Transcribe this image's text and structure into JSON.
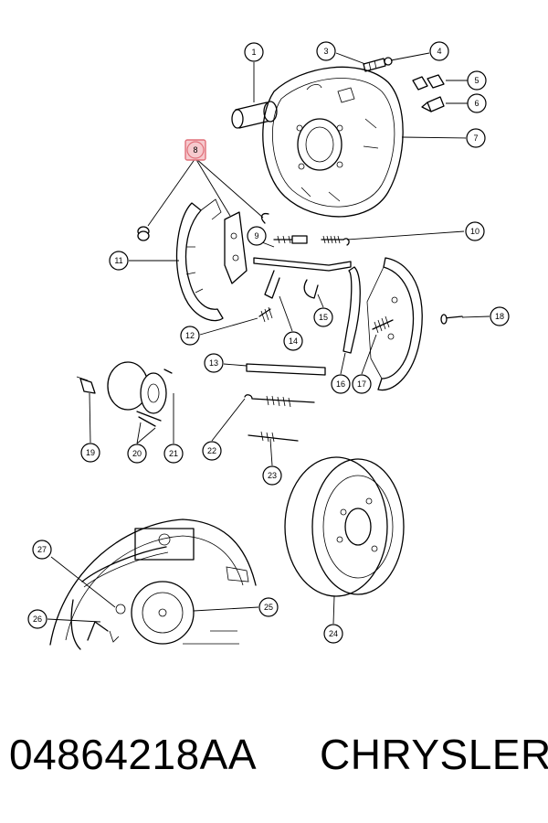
{
  "callouts": [
    {
      "id": "c1",
      "label": "1"
    },
    {
      "id": "c2",
      "label": "3"
    },
    {
      "id": "c3",
      "label": "4"
    },
    {
      "id": "c4",
      "label": "5"
    },
    {
      "id": "c5",
      "label": "6"
    },
    {
      "id": "c6",
      "label": "7"
    },
    {
      "id": "c7",
      "label": "8"
    },
    {
      "id": "c8",
      "label": "9"
    },
    {
      "id": "c9",
      "label": "10"
    },
    {
      "id": "c10",
      "label": "11"
    },
    {
      "id": "c11",
      "label": "12"
    },
    {
      "id": "c12",
      "label": "13"
    },
    {
      "id": "c13",
      "label": "14"
    },
    {
      "id": "c14",
      "label": "15"
    },
    {
      "id": "c15",
      "label": "16"
    },
    {
      "id": "c16",
      "label": "17"
    },
    {
      "id": "c17",
      "label": "18"
    },
    {
      "id": "c18",
      "label": "19"
    },
    {
      "id": "c19",
      "label": "20"
    },
    {
      "id": "c20",
      "label": "21"
    },
    {
      "id": "c21",
      "label": "22"
    },
    {
      "id": "c22",
      "label": "23"
    },
    {
      "id": "c23",
      "label": "24"
    },
    {
      "id": "c24",
      "label": "25"
    },
    {
      "id": "c25",
      "label": "26"
    },
    {
      "id": "c26",
      "label": "27"
    }
  ],
  "highlight": {
    "label": "8",
    "color": "#e0707a",
    "fill": "#f6c9cd"
  },
  "caption": {
    "part_number": "04864218AA",
    "brand": "CHRYSLER"
  }
}
